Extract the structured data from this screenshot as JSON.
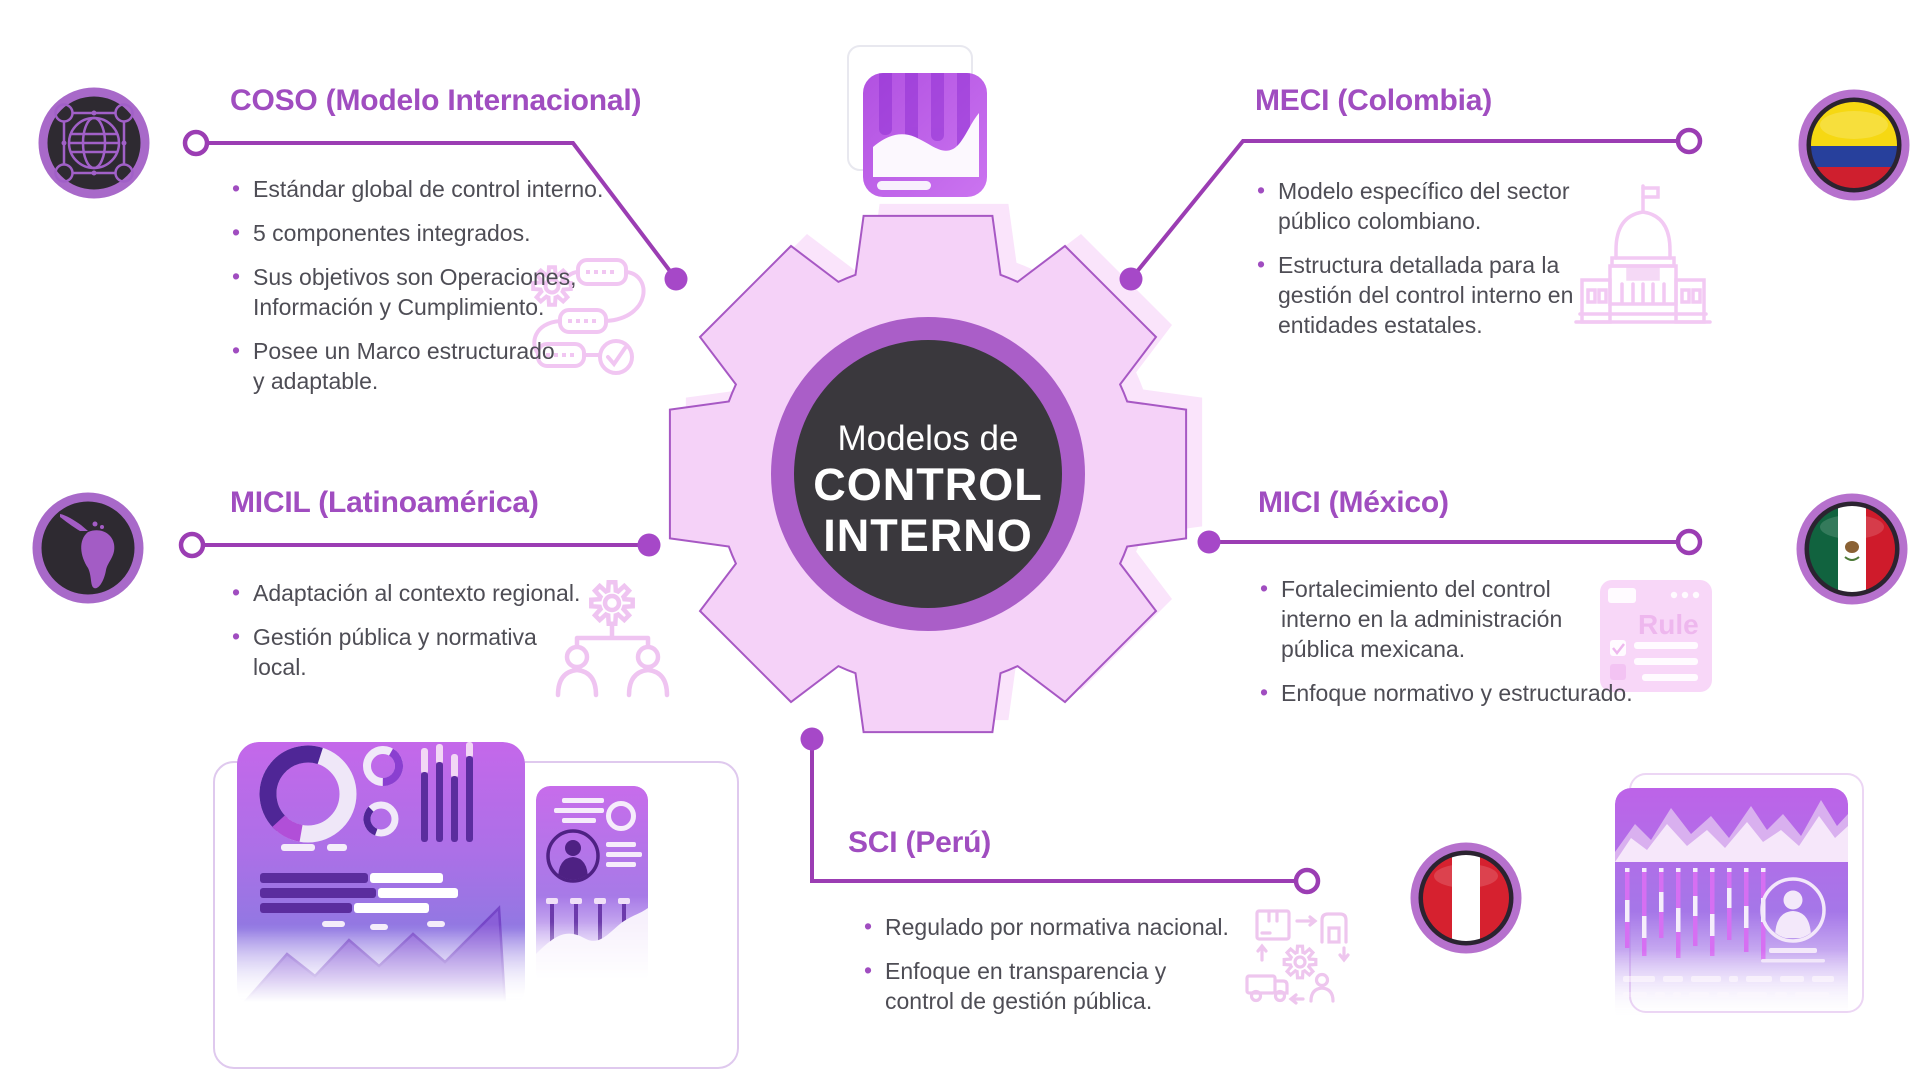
{
  "center": {
    "line1": "Modelos de",
    "line2": "CONTROL",
    "line3": "INTERNO"
  },
  "sections": {
    "coso": {
      "title": "COSO (Modelo Internacional)",
      "bullets": [
        "Estándar global de control interno.",
        "5 componentes integrados.",
        "Sus objetivos son Operaciones,\nInformación y Cumplimiento.",
        "Posee un Marco estructurado\ny adaptable."
      ]
    },
    "meci": {
      "title": "MECI (Colombia)",
      "bullets": [
        "Modelo específico del sector\npúblico colombiano.",
        "Estructura detallada para la\ngestión del control interno en\nentidades estatales."
      ]
    },
    "micil": {
      "title": "MICIL (Latinoamérica)",
      "bullets": [
        "Adaptación al contexto regional.",
        "Gestión pública y normativa\nlocal."
      ]
    },
    "mici": {
      "title": "MICI (México)",
      "bullets": [
        "Fortalecimiento del control\ninterno en la administración\npública mexicana.",
        "Enfoque normativo y estructurado."
      ]
    },
    "sci": {
      "title": "SCI (Perú)",
      "bullets": [
        "Regulado por normativa nacional.",
        "Enfoque en transparencia y\ncontrol de gestión pública."
      ]
    }
  },
  "icons": {
    "coso_badge": "global-network",
    "micil_badge": "latin-america-map",
    "meci_badge": "colombia-flag",
    "mici_badge": "mexico-flag",
    "sci_badge": "peru-flag",
    "rule_label": "Rule"
  },
  "colors": {
    "accent_purple": "#a04dc0",
    "connector_purple": "#9b3db3",
    "bullet_text": "#4e4d55",
    "gear_pink": "#f5d2f8",
    "ring_purple": "#aa5ec8",
    "core_dark": "#3a383d",
    "pale_icon_pink": "#f1c6f2",
    "card_purple_top": "#c168ea",
    "card_purple_bottom": "#8f7de2",
    "colombia": [
      "#f6d812",
      "#27409c",
      "#cf1f2e"
    ],
    "mexico": [
      "#11633f",
      "#ffffff",
      "#cf1b2b"
    ],
    "peru": [
      "#d6212f",
      "#ffffff"
    ]
  }
}
